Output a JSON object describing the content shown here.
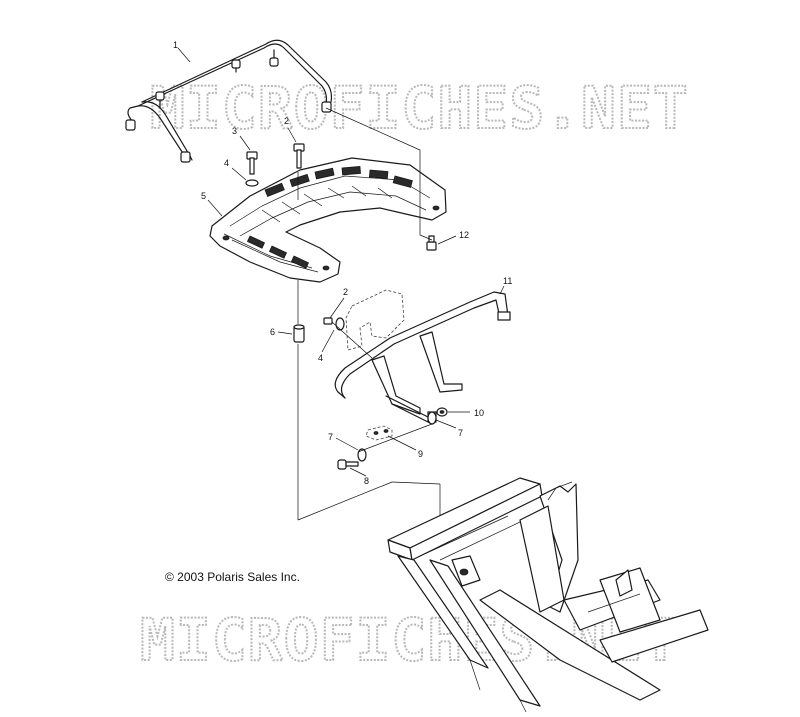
{
  "watermark": {
    "top_text": "MICROFICHES.NET",
    "bottom_text": "MICROFICHES.NET"
  },
  "copyright": "© 2003 Polaris Sales Inc.",
  "callouts": [
    {
      "id": "c1",
      "label": "1"
    },
    {
      "id": "c2a",
      "label": "2"
    },
    {
      "id": "c3",
      "label": "3"
    },
    {
      "id": "c4a",
      "label": "4"
    },
    {
      "id": "c5",
      "label": "5"
    },
    {
      "id": "c12",
      "label": "12"
    },
    {
      "id": "c6",
      "label": "6"
    },
    {
      "id": "c2b",
      "label": "2"
    },
    {
      "id": "c4b",
      "label": "4"
    },
    {
      "id": "c11",
      "label": "11"
    },
    {
      "id": "c10",
      "label": "10"
    },
    {
      "id": "c7a",
      "label": "7"
    },
    {
      "id": "c7b",
      "label": "7"
    },
    {
      "id": "c9",
      "label": "9"
    },
    {
      "id": "c8",
      "label": "8"
    }
  ]
}
